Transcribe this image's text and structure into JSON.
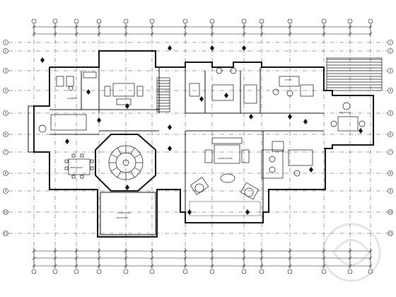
{
  "plan": {
    "title": "",
    "room_labels": {
      "breakfast": "BREAKFAST",
      "laundry": "LAUNDRY",
      "living_room": "LIVING ROOM",
      "study": "STUDY",
      "sunroom": "SUN ROOM",
      "courtyard": "COURTYARD",
      "backyard": "BACKYARD"
    },
    "grid_axes_left": [
      "1",
      "2",
      "3",
      "4",
      "5",
      "6",
      "7",
      "8",
      "9",
      "10",
      "11"
    ],
    "grid_axes_right": [
      "1",
      "2",
      "3",
      "4",
      "5",
      "6",
      "7",
      "8",
      "9",
      "10",
      "11"
    ]
  },
  "watermark": {
    "icon": "brand-logo-icon"
  }
}
